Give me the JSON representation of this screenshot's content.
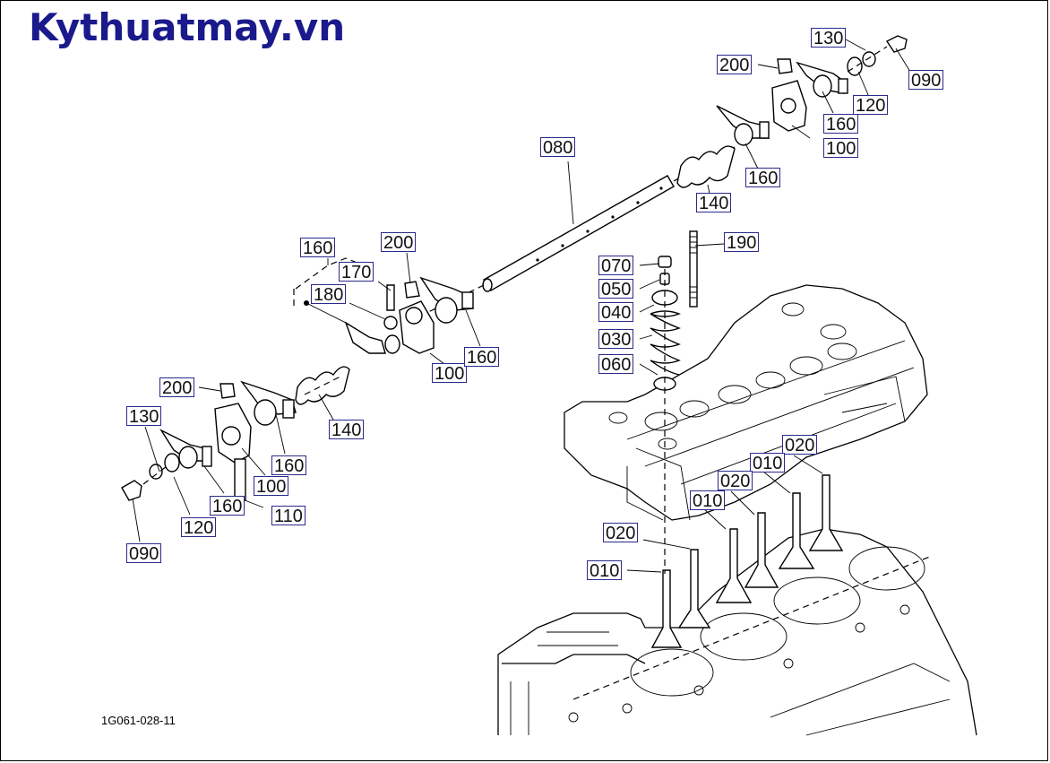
{
  "brand": "Kythuatmay.vn",
  "drawing_code": "1G061-028-11",
  "callouts": [
    "130",
    "200",
    "090",
    "120",
    "160",
    "100",
    "080",
    "140",
    "160",
    "190",
    "160",
    "200",
    "170",
    "180",
    "070",
    "050",
    "040",
    "030",
    "060",
    "100",
    "160",
    "200",
    "140",
    "130",
    "160",
    "100",
    "120",
    "160",
    "110",
    "090",
    "020",
    "010",
    "020",
    "010",
    "020",
    "010"
  ]
}
